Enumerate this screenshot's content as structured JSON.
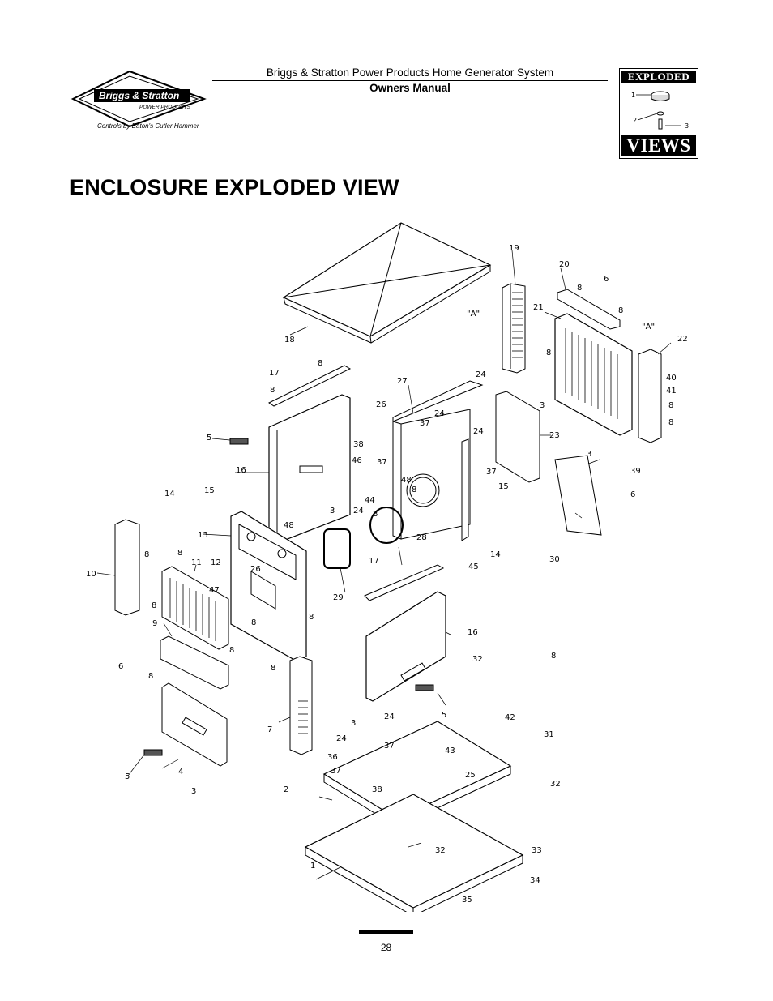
{
  "header": {
    "brand_name": "Briggs & Stratton",
    "brand_sub": "POWER PRODUCTS",
    "brand_tagline": "Controls by Eaton's Cutler Hammer",
    "title": "Briggs & Stratton Power Products Home Generator System",
    "subtitle": "Owners Manual"
  },
  "badge": {
    "top": "EXPLODED",
    "bottom": "VIEWS",
    "callouts": [
      "1",
      "2",
      "3"
    ]
  },
  "page_title": "ENCLOSURE EXPLODED VIEW",
  "diagram": {
    "callouts": [
      "1",
      "2",
      "3",
      "3",
      "3",
      "3",
      "3",
      "4",
      "5",
      "5",
      "5",
      "6",
      "6",
      "6",
      "7",
      "8",
      "8",
      "8",
      "8",
      "8",
      "8",
      "8",
      "8",
      "8",
      "8",
      "8",
      "8",
      "8",
      "8",
      "8",
      "8",
      "8",
      "8",
      "9",
      "10",
      "11",
      "12",
      "13",
      "14",
      "14",
      "15",
      "15",
      "16",
      "16",
      "17",
      "17",
      "18",
      "19",
      "20",
      "21",
      "22",
      "23",
      "24",
      "24",
      "24",
      "24",
      "24",
      "24",
      "25",
      "26",
      "26",
      "27",
      "28",
      "29",
      "30",
      "31",
      "32",
      "32",
      "32",
      "33",
      "34",
      "35",
      "36",
      "37",
      "37",
      "37",
      "37",
      "37",
      "38",
      "38",
      "39",
      "40",
      "41",
      "42",
      "43",
      "44",
      "45",
      "46",
      "47",
      "48",
      "48"
    ],
    "reference_marks": [
      "\"A\"",
      "\"A\""
    ]
  },
  "page_number": "28"
}
